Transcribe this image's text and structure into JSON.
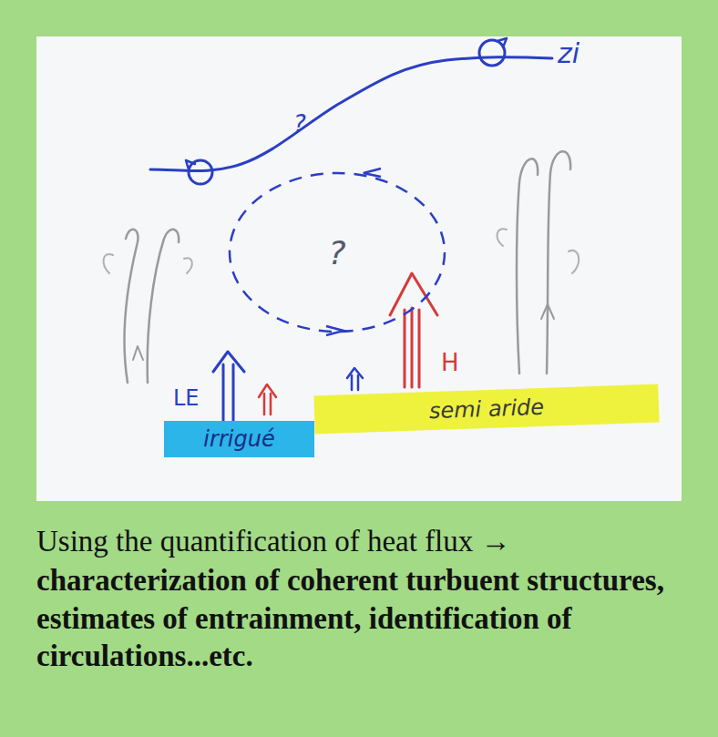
{
  "diagram": {
    "nodes": [
      {
        "text": [
          "irrigué"
        ]
      },
      {
        "text": [
          "semi aride"
        ]
      },
      {
        "text": [
          "?"
        ]
      }
    ],
    "labels": [
      "zi",
      "?",
      "LE",
      "H",
      "Using the quantification of heat flux →",
      "characterization of coherent turbuent structures, estimates of entrainment, identification of circulations...etc."
    ]
  }
}
